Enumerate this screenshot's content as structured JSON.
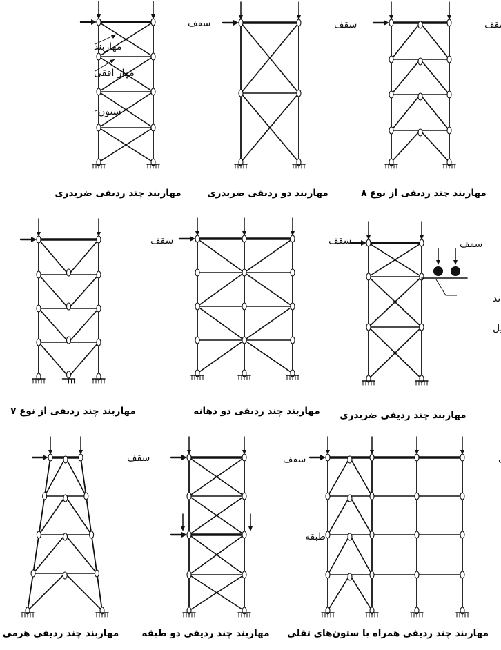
{
  "colors": {
    "ink": "#111111",
    "background": "#ffffff"
  },
  "labels": {
    "roof": "سقف",
    "brace": "مهاربند",
    "horizontal_tie": "مهار افقی",
    "column": "ستون",
    "crane_beam": "تیر باند",
    "crane": "جرثقیل",
    "floor": "طبقه"
  },
  "captions": {
    "multi_row_x": "مهاربند چند ردیفی ضربدری",
    "two_row_x": "مهاربند دو ردیفی ضربدری",
    "multi_row_type8": "مهاربند چند ردیفی از نوع ۸",
    "multi_row_type7": "مهاربند چند ردیفی از نوع ۷",
    "multi_row_two_bay": "مهاربند چند ردیفی دو دهانه",
    "multi_row_x_crane": "مهاربند چند ردیفی ضربدری",
    "multi_row_pyramid": "مهاربند چند ردیفی هرمی",
    "multi_row_two_storey": "مهاربند چند ردیفی دو طبقه",
    "multi_row_gravity_columns": "مهاربند چند ردیفی همراه با ستون‌های ثقلی"
  }
}
